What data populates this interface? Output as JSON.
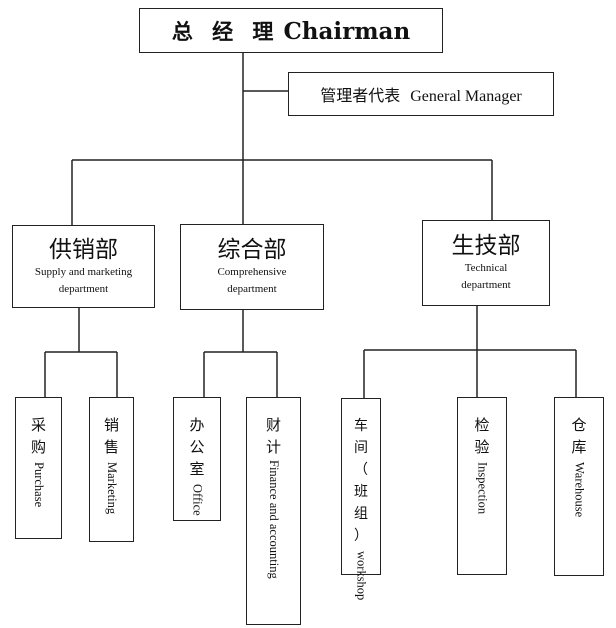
{
  "chairman": {
    "cn": "总 经 理",
    "en": "Chairman"
  },
  "general_manager": {
    "cn": "管理者代表",
    "en": "General Manager"
  },
  "departments": [
    {
      "cn": "供销部",
      "en1": "Supply and marketing",
      "en2": "department"
    },
    {
      "cn": "综合部",
      "en1": "Comprehensive",
      "en2": "department"
    },
    {
      "cn": "生技部",
      "en1": "Technical",
      "en2": "department"
    }
  ],
  "units": [
    {
      "cn": [
        "采",
        "购"
      ],
      "en": "Purchase"
    },
    {
      "cn": [
        "销",
        "售"
      ],
      "en": "Marketing"
    },
    {
      "cn": [
        "办",
        "公",
        "室"
      ],
      "en": "Office"
    },
    {
      "cn": [
        "财",
        "计"
      ],
      "en": "Finance  and  accounting"
    },
    {
      "cn": [
        "车",
        "间",
        "（",
        "班",
        "组",
        "）"
      ],
      "en": "workshop"
    },
    {
      "cn": [
        "检",
        "验"
      ],
      "en": "Inspection"
    },
    {
      "cn": [
        "仓",
        "库"
      ],
      "en": "Warehouse"
    }
  ]
}
